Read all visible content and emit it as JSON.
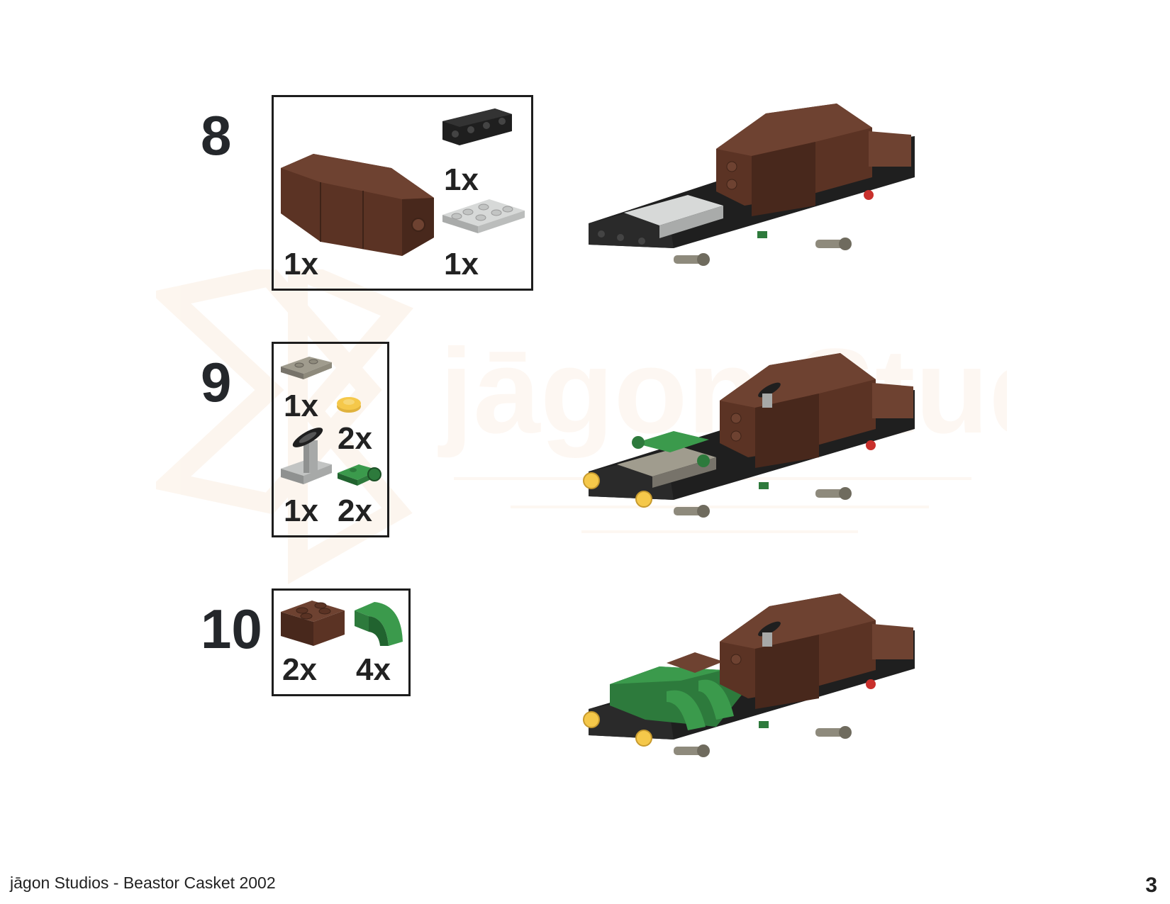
{
  "document": {
    "footer_title": "jāgon Studios - Beastor Casket 2002",
    "page_number": "3",
    "watermark_text": "jāgon Studios"
  },
  "steps": [
    {
      "number": "8",
      "parts": [
        {
          "icon": "brown-casket-body-icon",
          "qty": "1x",
          "color": "#5b3324"
        },
        {
          "icon": "black-bracket-plate-icon",
          "qty": "1x",
          "color": "#1f1f1f"
        },
        {
          "icon": "light-gray-plate-2x3-icon",
          "qty": "1x",
          "color": "#c7c9c8"
        }
      ]
    },
    {
      "number": "9",
      "parts": [
        {
          "icon": "dark-tan-plate-1x2-icon",
          "qty": "1x",
          "color": "#8e8a7c"
        },
        {
          "icon": "yellow-round-plate-icon",
          "qty": "2x",
          "color": "#f5c84a"
        },
        {
          "icon": "steering-wheel-stand-icon",
          "qty": "1x",
          "color": "#a7a9a8"
        },
        {
          "icon": "green-clip-plate-icon",
          "qty": "2x",
          "color": "#2d7a3c"
        }
      ]
    },
    {
      "number": "10",
      "parts": [
        {
          "icon": "brown-brick-2x2-icon",
          "qty": "2x",
          "color": "#5b3324"
        },
        {
          "icon": "green-curved-slope-icon",
          "qty": "4x",
          "color": "#2d7a3c"
        }
      ]
    }
  ]
}
